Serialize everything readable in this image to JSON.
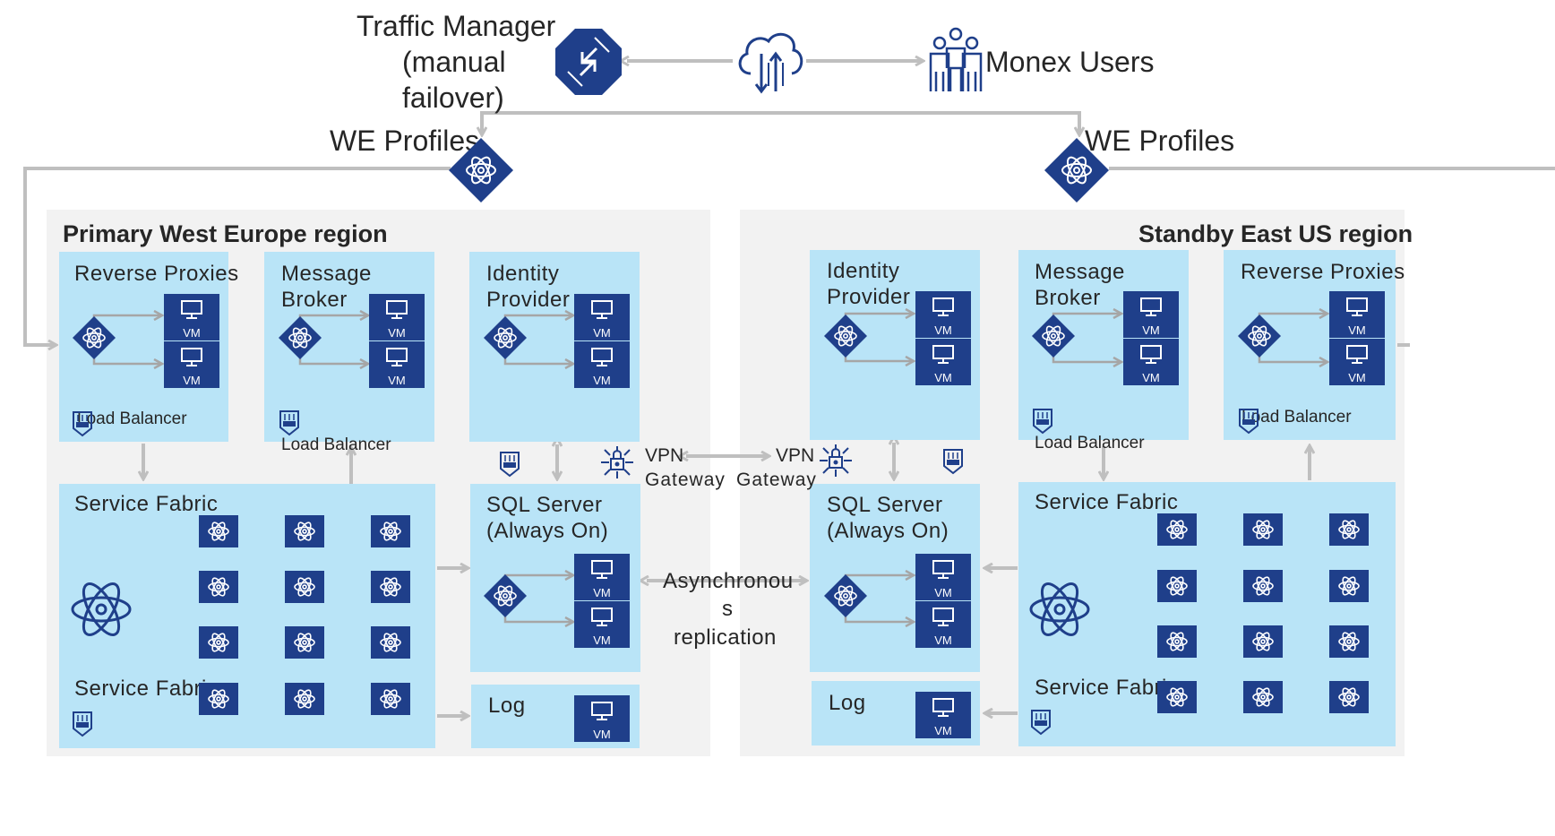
{
  "top": {
    "traffic_manager_label": "Traffic Manager (manual failover)",
    "traffic_manager_line1": "Traffic Manager",
    "traffic_manager_line2": "(manual",
    "traffic_manager_line3": "failover)",
    "users_label": "Monex Users",
    "we_profiles_left": "WE Profiles",
    "we_profiles_right": "WE Profiles"
  },
  "primary": {
    "title": "Primary West Europe region",
    "reverse_proxies": "Reverse Proxies",
    "message_broker_line1": "Message",
    "message_broker_line2": "Broker",
    "identity_line1": "Identity",
    "identity_line2": "Provider",
    "load_balancer_a": "Load Balancer",
    "load_balancer_b": "Load Balancer",
    "service_fabric_top": "Service Fabric",
    "service_fabric_bottom": "Service Fabric",
    "sql_line1": "SQL Server",
    "sql_line2": "(Always On)",
    "log": "Log"
  },
  "standby": {
    "title": "Standby East US region",
    "reverse_proxies": "Reverse Proxies",
    "message_broker_line1": "Message",
    "message_broker_line2": "Broker",
    "identity_line1": "Identity",
    "identity_line2": "Provider",
    "load_balancer_a": "Load Balancer",
    "load_balancer_b": "Load Balancer",
    "service_fabric_top": "Service Fabric",
    "service_fabric_bottom": "Service Fabric",
    "sql_line1": "SQL Server",
    "sql_line2": "(Always On)",
    "log": "Log"
  },
  "middle": {
    "vpn_left_line1": "VPN",
    "vpn_left_line2": "Gateway",
    "vpn_right_line1": "VPN",
    "vpn_right_line2": "Gateway",
    "replication_line1": "Asynchronou",
    "replication_line2": "s",
    "replication_line3": "replication"
  },
  "vm_label": "VM",
  "colors": {
    "icon_navy": "#1f3f8a",
    "box_blue": "#b9e4f7",
    "region_gray": "#f2f2f2",
    "arrow_gray": "#bfbfbf"
  },
  "icons": [
    "traffic-manager-icon",
    "cloud-icon",
    "users-icon",
    "profiles-diamond-icon",
    "vm-monitor-icon",
    "nsg-shield-icon",
    "vpn-gateway-icon",
    "sql-database-icon",
    "service-fabric-icon"
  ]
}
